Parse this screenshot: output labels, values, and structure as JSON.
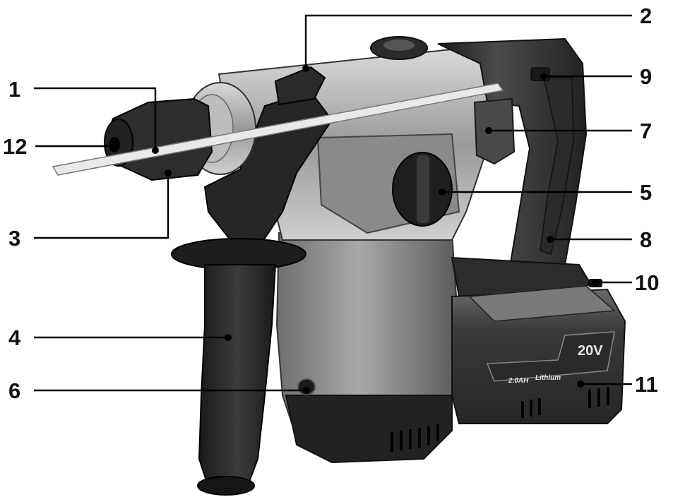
{
  "callouts": {
    "c1": "1",
    "c2": "2",
    "c3": "3",
    "c4": "4",
    "c5": "5",
    "c6": "6",
    "c7": "7",
    "c8": "8",
    "c9": "9",
    "c10": "10",
    "c11": "11",
    "c12": "12"
  },
  "battery": {
    "voltage": "20V",
    "capacity": "2.0AH",
    "chemistry": "Lithium"
  },
  "colors": {
    "body_dark": "#3a3a3a",
    "body_mid": "#8c8c8c",
    "body_light": "#c8c8c8",
    "rubber": "#1e1e1e"
  }
}
